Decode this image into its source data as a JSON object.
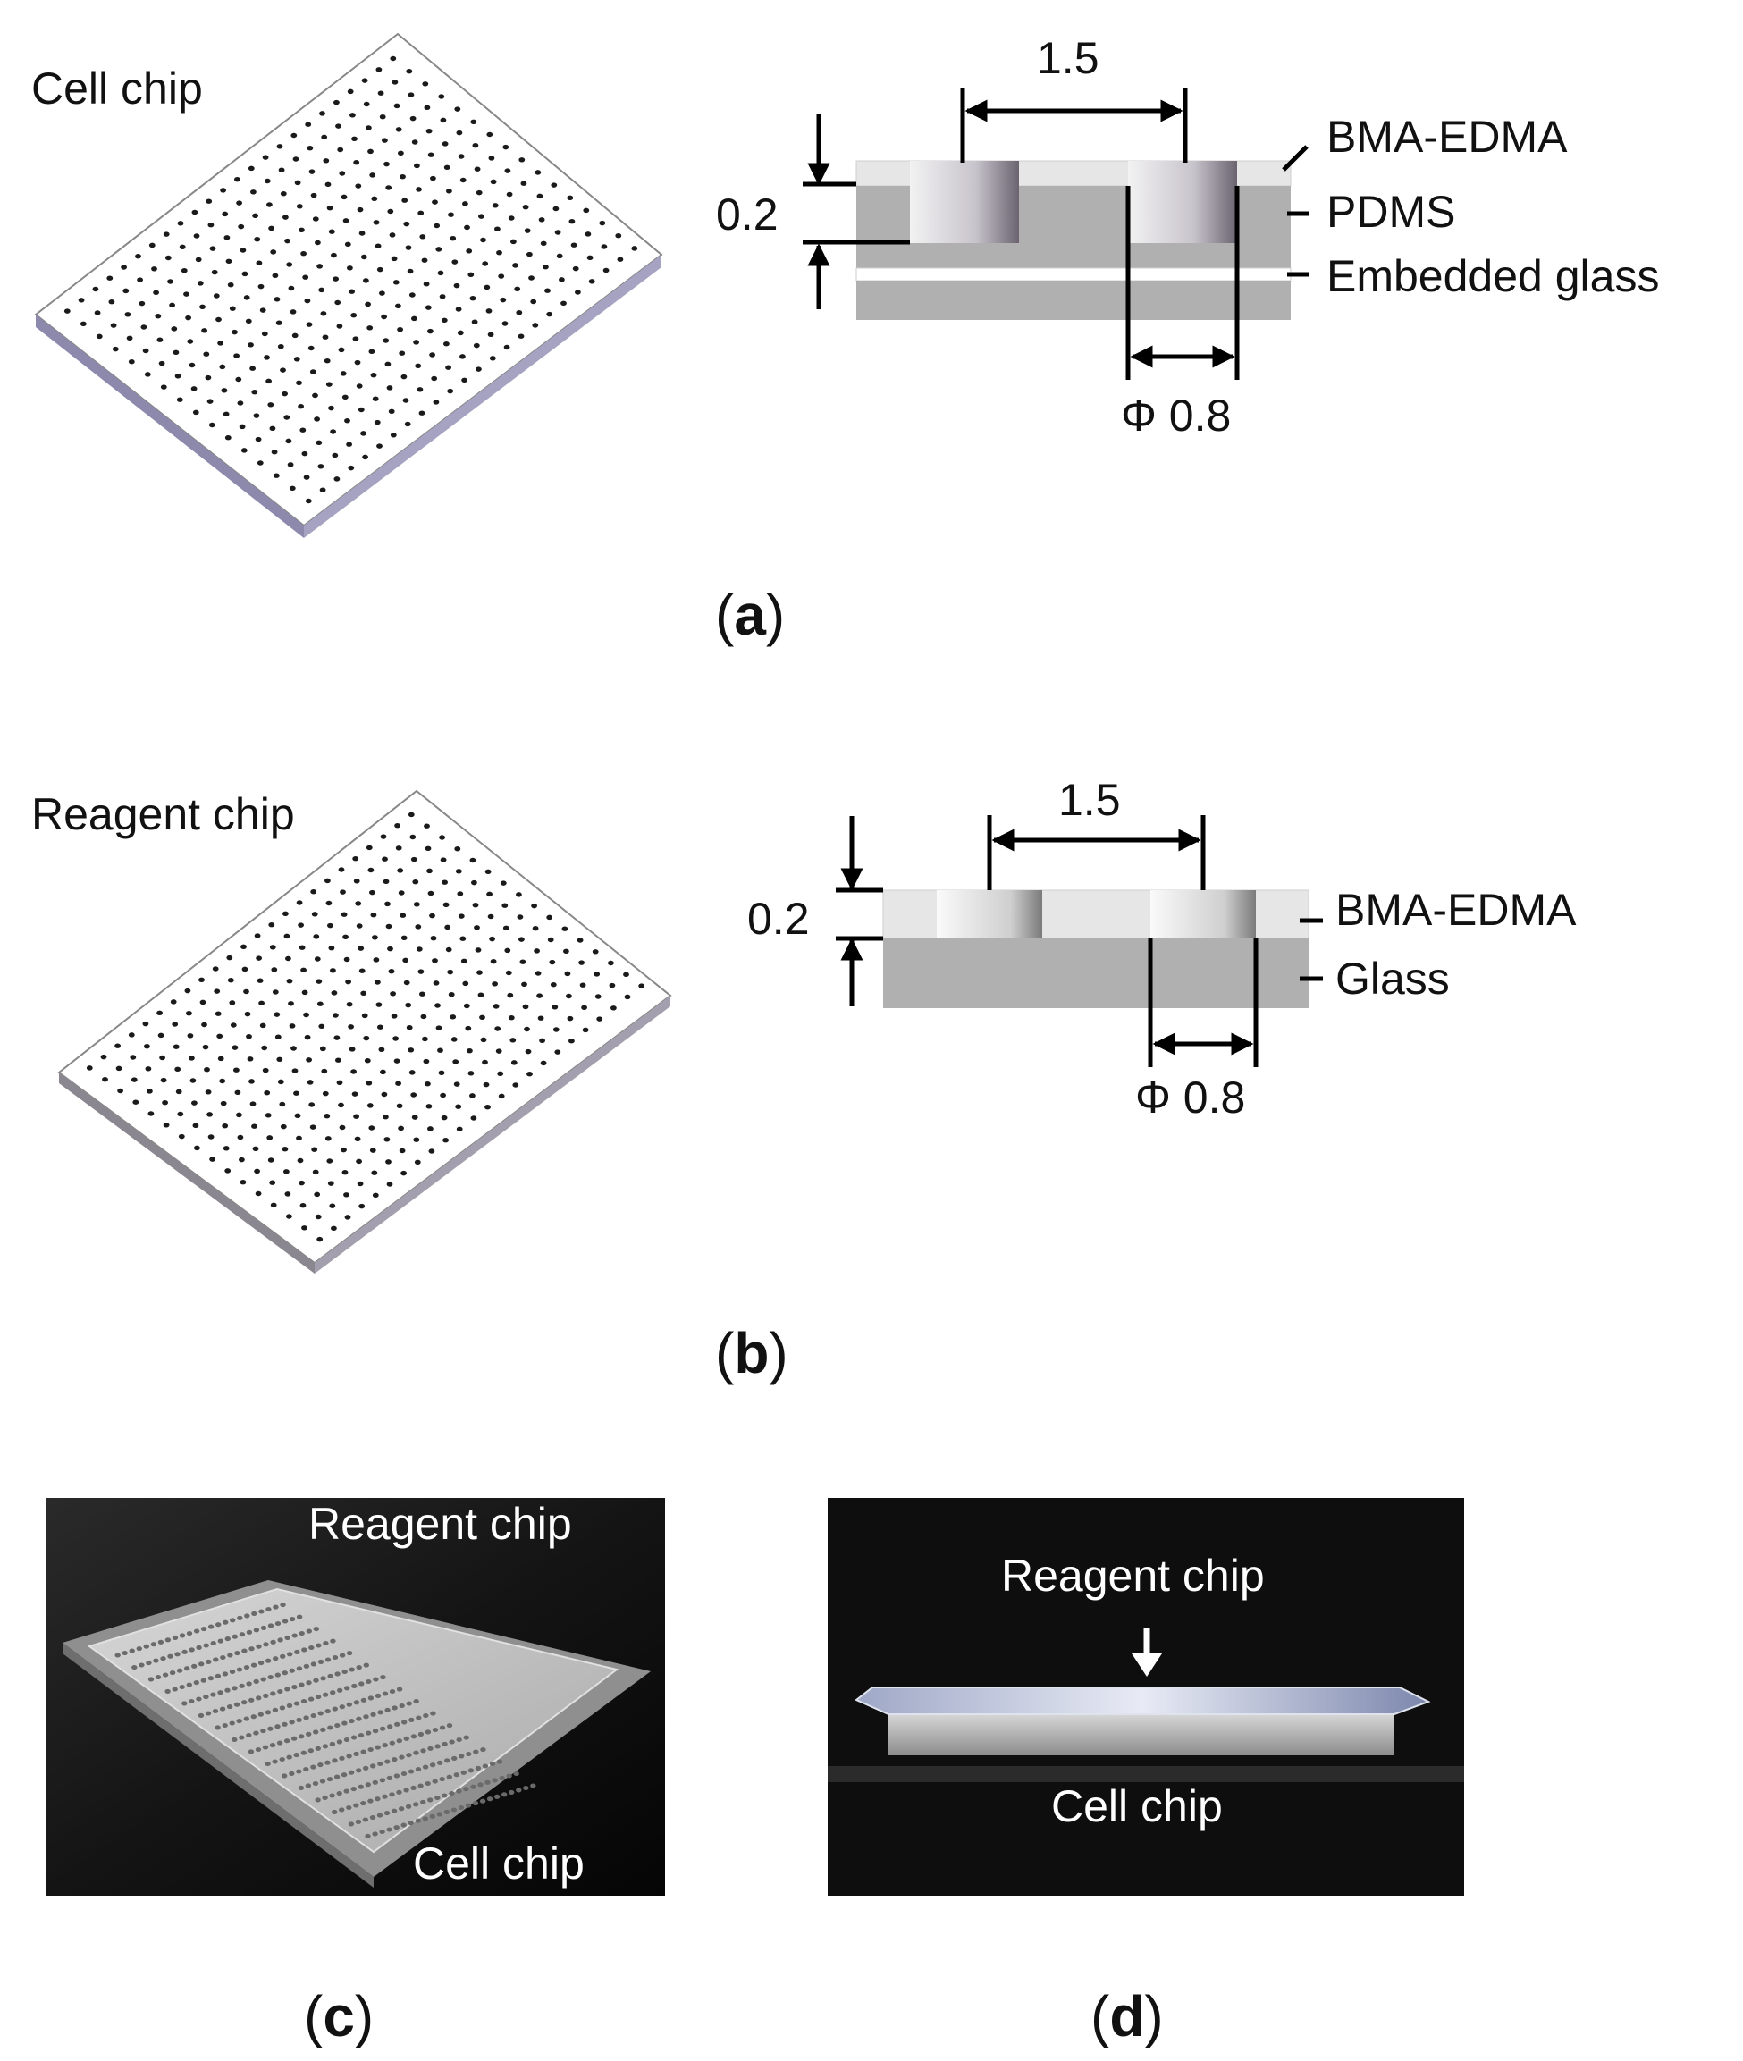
{
  "panel_a": {
    "letter": "a",
    "chip_label": "Cell chip",
    "pitch_label": "1.5",
    "depth_label": "0.2",
    "diameter_label": "Φ 0.8",
    "layers": [
      "BMA-EDMA",
      "PDMS",
      "Embedded glass"
    ]
  },
  "panel_b": {
    "letter": "b",
    "chip_label": "Reagent chip",
    "pitch_label": "1.5",
    "depth_label": "0.2",
    "diameter_label": "Φ 0.8",
    "layers": [
      "BMA-EDMA",
      "Glass"
    ]
  },
  "panel_c": {
    "letter": "c",
    "top_label": "Reagent chip",
    "bottom_label": "Cell chip"
  },
  "panel_d": {
    "letter": "d",
    "top_label": "Reagent chip",
    "bottom_label": "Cell chip"
  },
  "colors": {
    "bma_edma": "#e6e6e6",
    "pdms": "#b0b0b0",
    "glass": "#b0b0b0",
    "photo_bg": "#111111",
    "chip_edge": "#7d7aa0"
  }
}
